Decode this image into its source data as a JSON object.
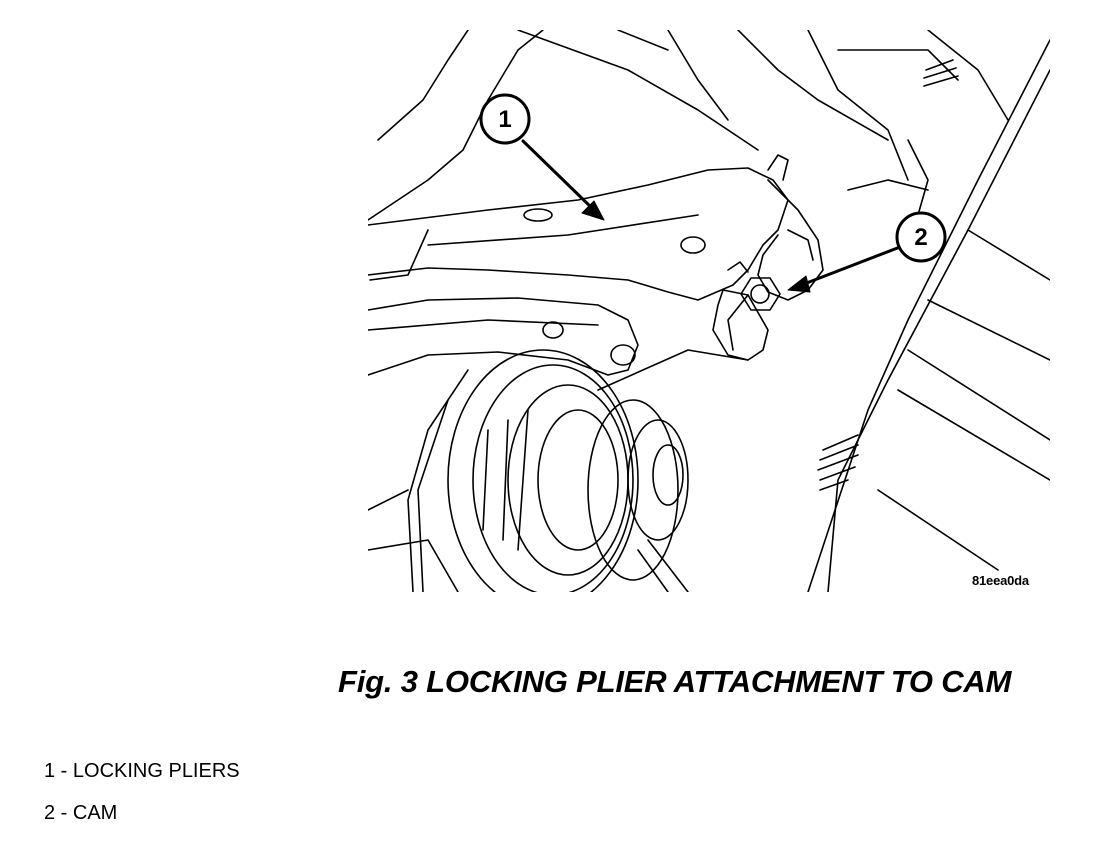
{
  "figure": {
    "callouts": [
      {
        "number": "1"
      },
      {
        "number": "2"
      }
    ],
    "image_code": "81eea0da"
  },
  "caption": "Fig. 3 LOCKING PLIER ATTACHMENT TO CAM",
  "legend": [
    {
      "text": "1 - LOCKING PLIERS"
    },
    {
      "text": "2 - CAM"
    }
  ]
}
